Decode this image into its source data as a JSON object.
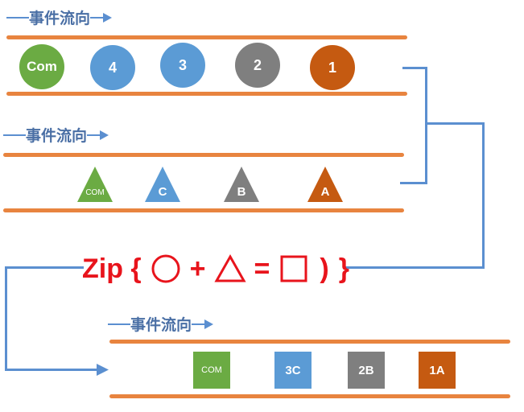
{
  "flow_label": "事件流向",
  "colors": {
    "rail": "#e8843f",
    "connector": "#5b8fd0",
    "zip_text": "#e8141c",
    "green": "#6bab43",
    "blue": "#5b9bd5",
    "gray": "#7f7f7f",
    "orange": "#c55a11"
  },
  "stream_circles": {
    "items": [
      {
        "label": "Com",
        "color": "green"
      },
      {
        "label": "4",
        "color": "blue"
      },
      {
        "label": "3",
        "color": "blue"
      },
      {
        "label": "2",
        "color": "gray"
      },
      {
        "label": "1",
        "color": "orange"
      }
    ]
  },
  "stream_triangles": {
    "items": [
      {
        "label": "COM",
        "color": "green"
      },
      {
        "label": "C",
        "color": "blue"
      },
      {
        "label": "B",
        "color": "gray"
      },
      {
        "label": "A",
        "color": "orange"
      }
    ]
  },
  "zip": {
    "prefix": "Zip {",
    "plus": "+",
    "equals": "=",
    "suffix": ")",
    "close": "}"
  },
  "stream_result": {
    "items": [
      {
        "label": "COM",
        "color": "green"
      },
      {
        "label": "3C",
        "color": "blue"
      },
      {
        "label": "2B",
        "color": "gray"
      },
      {
        "label": "1A",
        "color": "orange"
      }
    ]
  }
}
